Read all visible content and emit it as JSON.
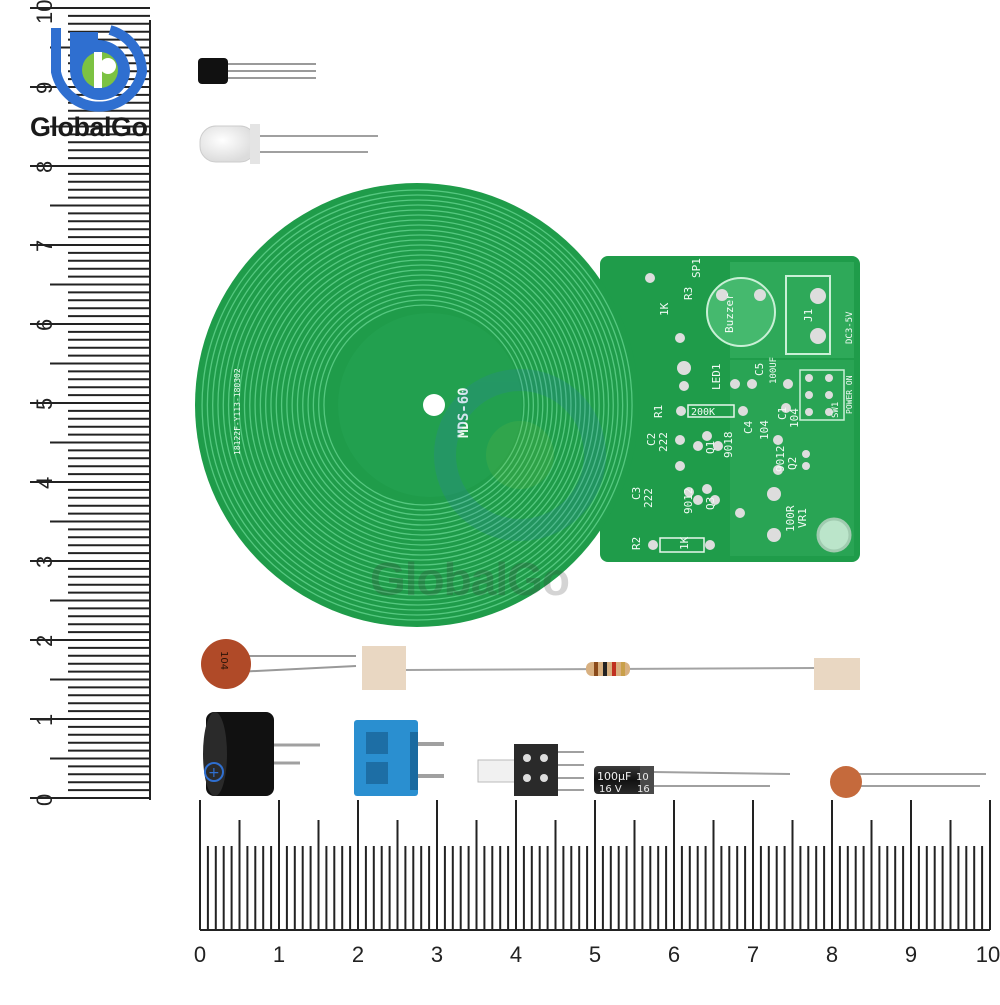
{
  "brand": {
    "logo_text": "GlobalGo",
    "watermark_text": "GlobalGo"
  },
  "vertical_ruler": {
    "labels": [
      "0",
      "1",
      "2",
      "3",
      "4",
      "5",
      "6",
      "7",
      "8",
      "9",
      "10"
    ]
  },
  "horizontal_ruler": {
    "labels": [
      "0",
      "1",
      "2",
      "3",
      "4",
      "5",
      "6",
      "7",
      "8",
      "9",
      "10"
    ]
  },
  "pcb": {
    "model": "MDS-60",
    "date_code": "18122F-Y113-180302",
    "silkscreen": {
      "sp1": "SP1",
      "r3": "R3",
      "r3_value": "1K",
      "buzzer": "Buzzer",
      "j1": "J1",
      "dc_in": "DC3-5V",
      "led1": "LED1",
      "c5": "C5",
      "c5_value": "100UF",
      "power_on": "POWER ON",
      "sw1": "SW1",
      "r1": "R1",
      "r1_value": "200K",
      "c4": "C4",
      "c4_value": "104",
      "c1": "C1",
      "c1_value": "104",
      "c2": "C2",
      "c2_value": "222",
      "q1": "Q1",
      "q1_value": "9018",
      "q2": "Q2",
      "q2_value": "9012",
      "q3": "Q3",
      "q3_value": "9012",
      "c3": "C3",
      "c3_value": "222",
      "vr1": "VR1",
      "vr1_value": "100R",
      "r2": "R2",
      "r2_value": "1K"
    }
  },
  "components": {
    "ceramic_cap_large_marking": "104",
    "electrolytic_marking_1": "100µF",
    "electrolytic_marking_2": "16 V",
    "electrolytic_marking_3": "10",
    "electrolytic_marking_4": "16",
    "buzzer_marking": "+"
  },
  "colors": {
    "pcb_green": "#1f9c4a",
    "logo_blue": "#2f6fd0",
    "logo_green": "#7cc242",
    "terminal_blue": "#2a8fd0"
  }
}
